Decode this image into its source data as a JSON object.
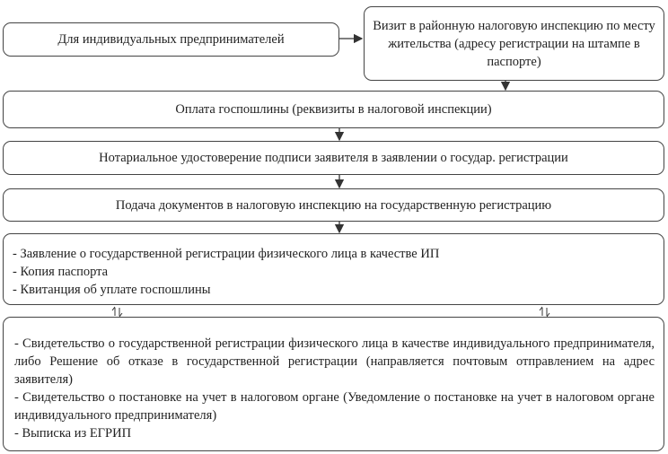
{
  "boxes": {
    "start": "Для индивидуальных предпринимателей",
    "visit": "Визит в районную налоговую инспекцию по месту жительства (адресу регистрации на штампе в паспорте)",
    "payment": "Оплата госпошлины (реквизиты в налоговой инспекции)",
    "notary": "Нотариальное удостоверение подписи заявителя в заявлении о государ. регистрации",
    "submit": "Подача документов в налоговую инспекцию на государственную регистрацию"
  },
  "documents": [
    "- Заявление о государственной регистрации  физического лица в качестве ИП",
    "- Копия паспорта",
    "- Квитанция об уплате госпошлины"
  ],
  "results": [
    "-  Свидетельство о государственной регистрации физического лица в качестве индивидуального предпринимателя, либо Решение об отказе в государственной регистрации (направляется почтовым отправлением на адрес заявителя)",
    "- Свидетельство о постановке на учет в налоговом органе (Уведомление о постановке на учет в налоговом органе индивидуального предпринимателя)",
    "- Выписка из ЕГРИП"
  ]
}
